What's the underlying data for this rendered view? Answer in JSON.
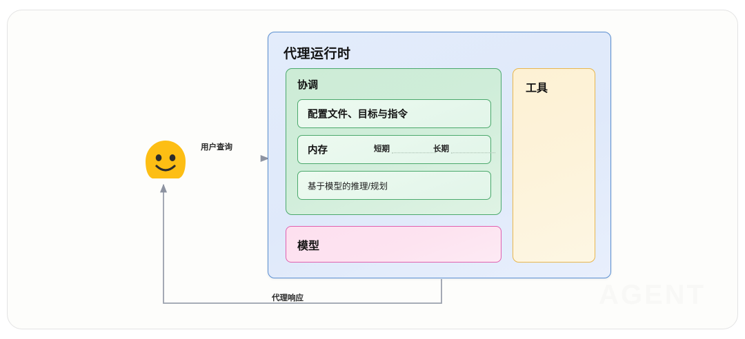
{
  "diagram": {
    "watermark_text": "AGENT",
    "actor": {
      "icon": "user-avatar-blob-icon",
      "label": ""
    },
    "flows": [
      {
        "id": "query",
        "label": "用户查询",
        "direction": "actor-to-runtime"
      },
      {
        "id": "response",
        "label": "代理响应",
        "direction": "runtime-to-actor"
      }
    ],
    "runtime": {
      "title": "代理运行时",
      "accent": "#5b8fd0",
      "fill": "#e3ecfb",
      "coordination": {
        "title": "协调",
        "accent": "#4aa86b",
        "fill": "#cdecd6",
        "items": [
          {
            "id": "profile",
            "label": "配置文件、目标与指令",
            "style": "strong"
          },
          {
            "id": "memory",
            "label": "内存",
            "style": "strong",
            "sub_items": [
              {
                "id": "short-term",
                "label": "短期"
              },
              {
                "id": "long-term",
                "label": "长期"
              }
            ]
          },
          {
            "id": "reasoning",
            "label": "基于模型的推理/规划",
            "style": "plain"
          }
        ]
      },
      "model": {
        "title": "模型",
        "accent": "#e05fae",
        "fill": "#fde0ef"
      },
      "tools": {
        "title": "工具",
        "accent": "#e8b64c",
        "fill": "#fdf1d4"
      }
    }
  }
}
